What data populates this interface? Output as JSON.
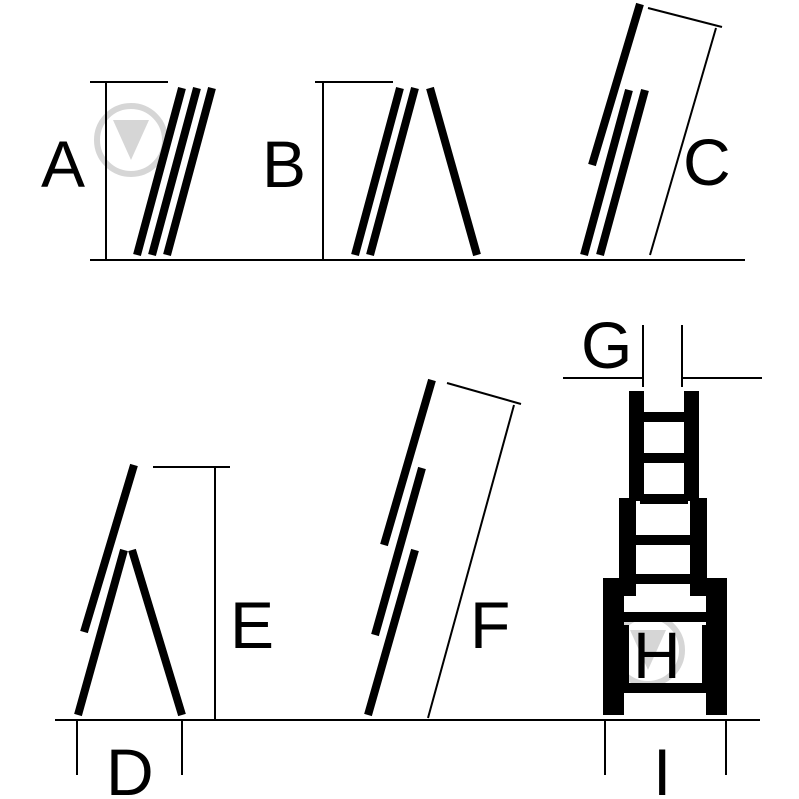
{
  "labels": {
    "A": "A",
    "B": "B",
    "C": "C",
    "D": "D",
    "E": "E",
    "F": "F",
    "G": "G",
    "H": "H",
    "I": "I"
  },
  "colors": {
    "ink": "#000000",
    "background": "#ffffff",
    "watermark": "#d6d6d6"
  },
  "icons": [
    "brand-watermark-icon"
  ]
}
